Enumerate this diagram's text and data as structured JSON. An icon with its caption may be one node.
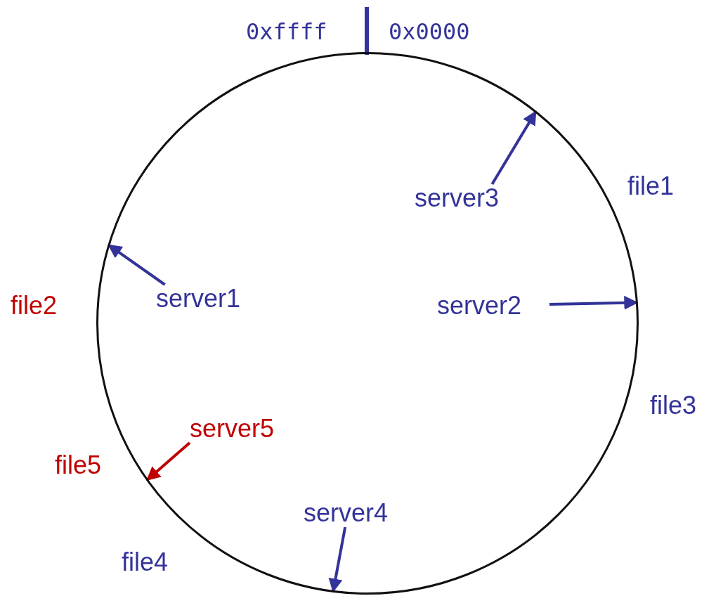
{
  "diagram": {
    "nodes": [
      {
        "text": [],
        "shape": "circle"
      },
      {
        "text": [
          "server3"
        ],
        "in": 0
      },
      {
        "text": [
          "server1"
        ],
        "in": 0
      },
      {
        "text": [
          "server2"
        ],
        "in": 0
      },
      {
        "text": [
          "server5"
        ],
        "in": 0
      },
      {
        "text": [
          "server4"
        ],
        "in": 0
      }
    ],
    "edges": [
      {
        "from": 1,
        "to": 0,
        "arrow": "to"
      },
      {
        "from": 2,
        "to": 0,
        "arrow": "to"
      },
      {
        "from": 3,
        "to": 0,
        "arrow": "to"
      },
      {
        "from": 4,
        "to": 0,
        "arrow": "to",
        "color": "#c00000"
      },
      {
        "from": 5,
        "to": 0,
        "arrow": "to"
      }
    ],
    "labels": [
      "0xffff",
      "0x0000",
      "file1",
      "file2",
      "file3",
      "file5",
      "file4"
    ]
  }
}
